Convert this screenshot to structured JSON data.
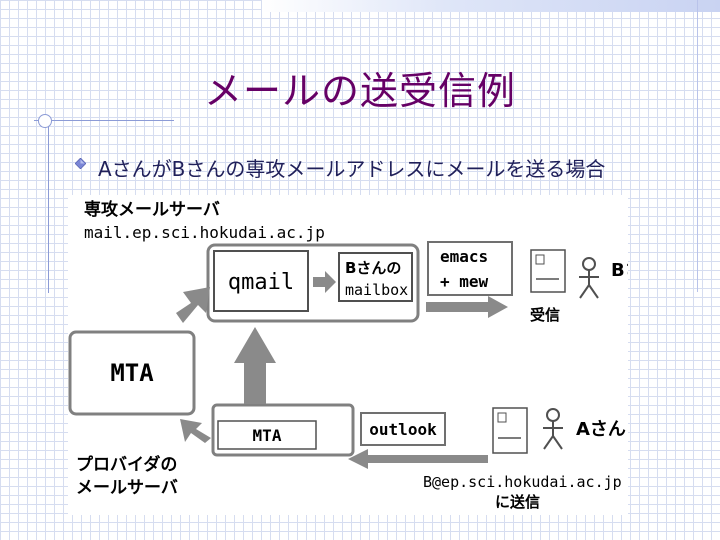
{
  "title": "メールの送受信例",
  "bullet": "AさんがBさんの専攻メールアドレスにメールを送る場合",
  "diagram": {
    "server_label": "専攻メールサーバ",
    "server_host": "mail.ep.sci.hokudai.ac.jp",
    "qmail": "qmail",
    "mailbox_line1": "Bさんの",
    "mailbox_line2": "mailbox",
    "emacs_line1": "emacs",
    "emacs_line2": "+ mew",
    "b_person": "Bさん",
    "receive": "受信",
    "mta_big": "MTA",
    "mta_small": "MTA",
    "outlook": "outlook",
    "a_person": "Aさん",
    "provider_line1": "プロバイダの",
    "provider_line2": "メールサーバ",
    "send_addr": "B@ep.sci.hokudai.ac.jp",
    "send_label": "に送信"
  },
  "colors": {
    "title": "#660066",
    "accent": "#7b86d6",
    "grid": "#d6ddf0",
    "arrow": "#8a8a8a"
  }
}
